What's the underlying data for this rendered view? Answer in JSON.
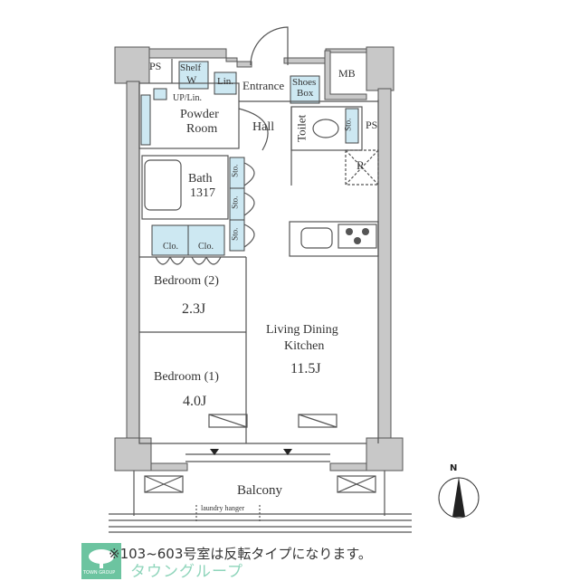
{
  "floorplan": {
    "rooms": {
      "ps_left": "PS",
      "shelf": "Shelf",
      "shelf_w": "W",
      "linen": "Lin.",
      "entrance": "Entrance",
      "shoes_box_1": "Shoes",
      "shoes_box_2": "Box",
      "mb": "MB",
      "up_lin": "UP/Lin.",
      "powder_room_1": "Powder",
      "powder_room_2": "Room",
      "hall": "Hall",
      "toilet": "Toilet",
      "sto_toilet": "Sto.",
      "ps_right": "PS",
      "refrigerator": "R",
      "bath": "Bath",
      "bath_size": "1317",
      "sto_1": "Sto.",
      "sto_2": "Sto.",
      "sto_3": "Sto.",
      "clo_1": "Clo.",
      "clo_2": "Clo.",
      "bedroom2": "Bedroom (2)",
      "bedroom2_size": "2.3J",
      "ldk_1": "Living Dining",
      "ldk_2": "Kitchen",
      "ldk_size": "11.5J",
      "bedroom1": "Bedroom (1)",
      "bedroom1_size": "4.0J",
      "balcony": "Balcony",
      "laundry_hanger": "laundry hanger"
    },
    "compass": {
      "label": "N"
    },
    "colors": {
      "wall": "#c8c8c8",
      "storage": "#cde8f2",
      "line": "#555555",
      "logo": "#6cc4a0"
    }
  },
  "footer": {
    "note": "※103~603号室は反転タイプになります。",
    "logo_text": "タウングループ",
    "logo_small": "TOWN GROUP"
  }
}
